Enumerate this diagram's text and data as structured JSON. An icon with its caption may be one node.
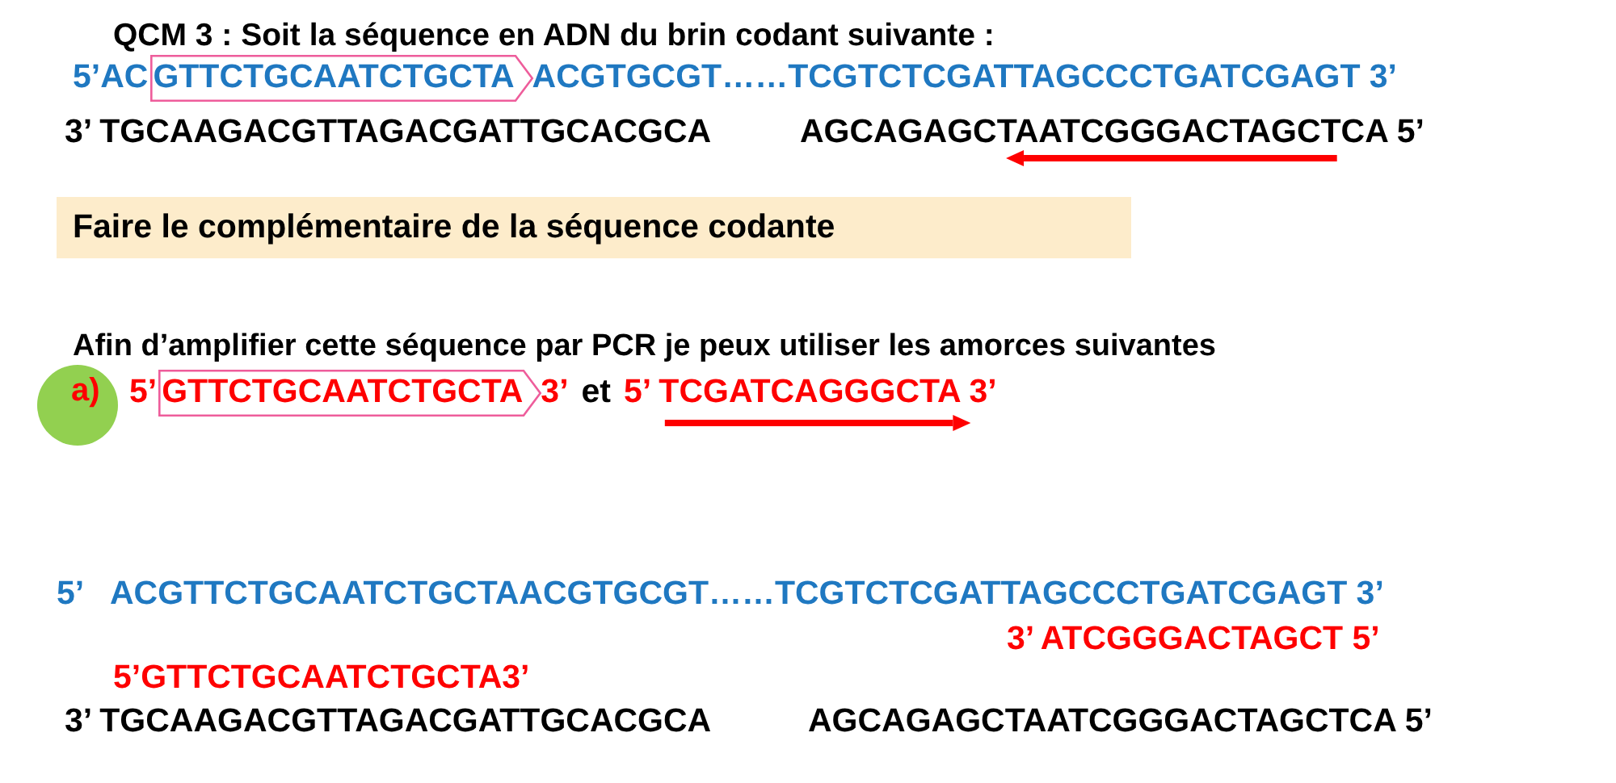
{
  "diagram": {
    "title": "QCM 3 : Soit la séquence en ADN du brin codant suivante :",
    "nodes": [
      {
        "text": [
          "GTTCTGCAATCTGCTA"
        ]
      },
      {
        "text": [
          "Faire le complémentaire de la séquence codante"
        ]
      },
      {
        "text": [
          "a)"
        ]
      },
      {
        "text": [
          "GTTCTGCAATCTGCTA"
        ]
      }
    ],
    "edges": [],
    "labels": [
      "5’AC",
      "ACGTGCGT……TCGTCTCGATTAGCCCTGATCGAGT 3’",
      "3’ TGCAAGACGTTAGACGATTGCACGCA",
      "AGCAGAGCTAATCGGGACTAGCTCA 5’",
      "Afin d’amplifier cette séquence par PCR je peux utiliser les amorces suivantes",
      "5’",
      "3’",
      "et",
      "5’ TCGATCAGGGCTA 3’",
      "5’",
      "ACGTTCTGCAATCTGCTAACGTGCGT……TCGTCTCGATTAGCCCTGATCGAGT 3’",
      "3’ ATCGGGACTAGCT 5’",
      "5’GTTCTGCAATCTGCTA3’",
      "3’ TGCAAGACGTTAGACGATTGCACGCA",
      "AGCAGAGCTAATCGGGACTAGCTCA 5’"
    ]
  }
}
